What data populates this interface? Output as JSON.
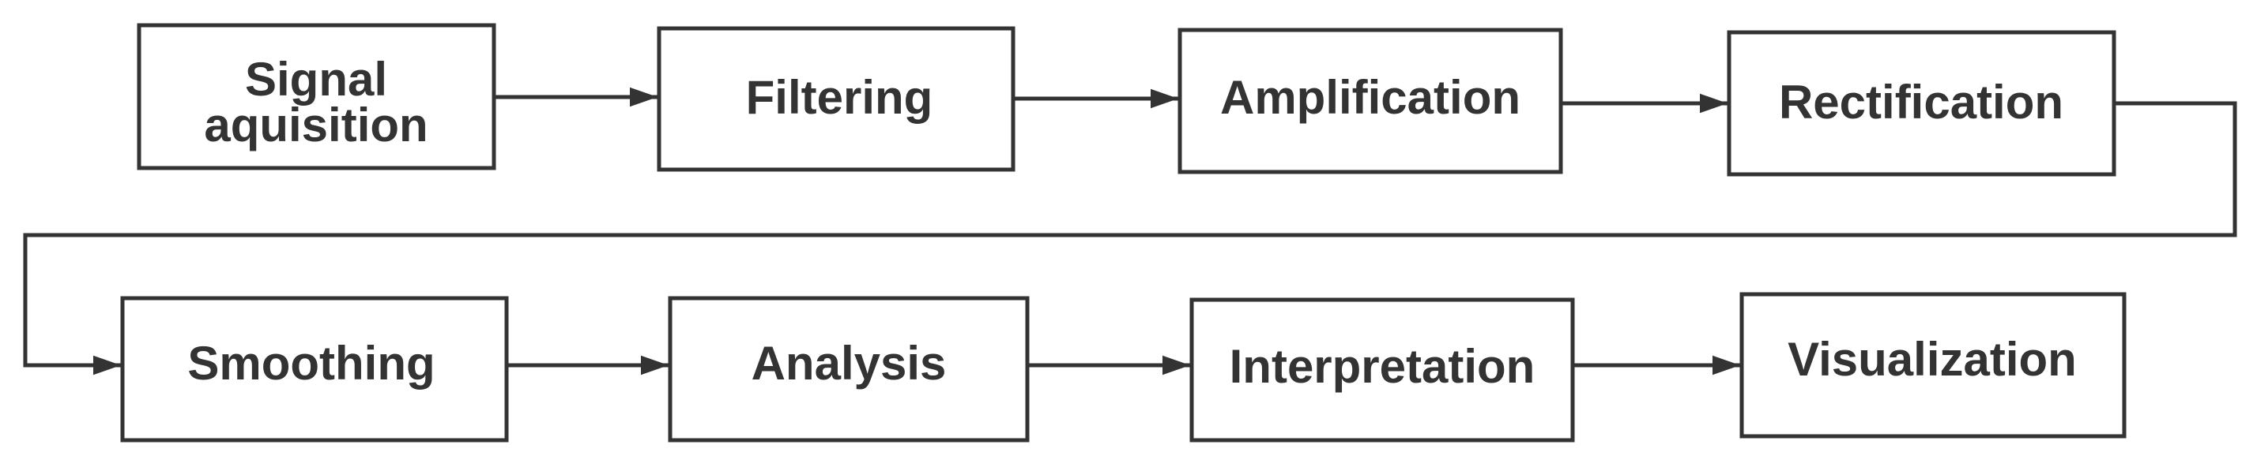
{
  "diagram": {
    "steps": [
      "Signal aquisition",
      "Filtering",
      "Amplification",
      "Rectification",
      "Smoothing",
      "Analysis",
      "Interpretation",
      "Visualization"
    ],
    "step_lines": [
      [
        "Signal",
        "aquisition"
      ],
      [
        "Filtering"
      ],
      [
        "Amplification"
      ],
      [
        "Rectification"
      ],
      [
        "Smoothing"
      ],
      [
        "Analysis"
      ],
      [
        "Interpretation"
      ],
      [
        "Visualization"
      ]
    ],
    "colors": {
      "stroke": "#333333",
      "text": "#333333",
      "box_fill": "#ffffff"
    }
  }
}
